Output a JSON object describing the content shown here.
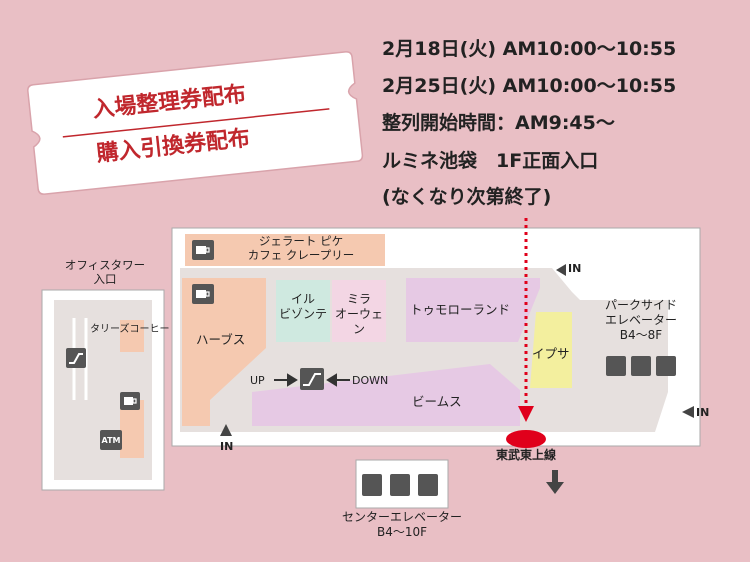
{
  "ticket": {
    "line1": "入場整理券配布",
    "line2": "購入引換券配布"
  },
  "info": {
    "line1": "2月18日(火) AM10:00〜10:55",
    "line2": "2月25日(火) AM10:00〜10:55",
    "line3": "整列開始時間：AM9:45〜",
    "line4": "ルミネ池袋　1F正面入口",
    "line5": "(なくなり次第終了)"
  },
  "map": {
    "office_tower": "オフィスタワー\n入口",
    "tullys": "タリーズコーヒー",
    "atm": "ATM",
    "gelato": "ジェラート ピケ\nカフェ クレープリー",
    "herbs": "ハーブス",
    "il_bisonte": "イル\nビゾンテ",
    "mira_owen": "ミラ\nオーウェン",
    "tomorrowland": "トゥモローランド",
    "ipsa": "イプサ",
    "beams": "ビームス",
    "up": "UP",
    "down": "DOWN",
    "in_left": "IN",
    "in_top": "IN",
    "in_right": "IN",
    "park_side": "パークサイド\nエレベーター\nB4〜8F",
    "tobu": "東武東上線",
    "center_elevator": "センターエレベーター\nB4〜10F"
  },
  "colors": {
    "background": "#e9bfc5",
    "shop_peach": "#f5c9b0",
    "shop_pink": "#f3d6e4",
    "shop_mint": "#cfe9e0",
    "shop_lavender": "#e6c9e4",
    "shop_yellow": "#f3ef9e",
    "floor": "#e6e0de",
    "marker_red": "#e0001b",
    "ticket_text": "#c0272d"
  }
}
